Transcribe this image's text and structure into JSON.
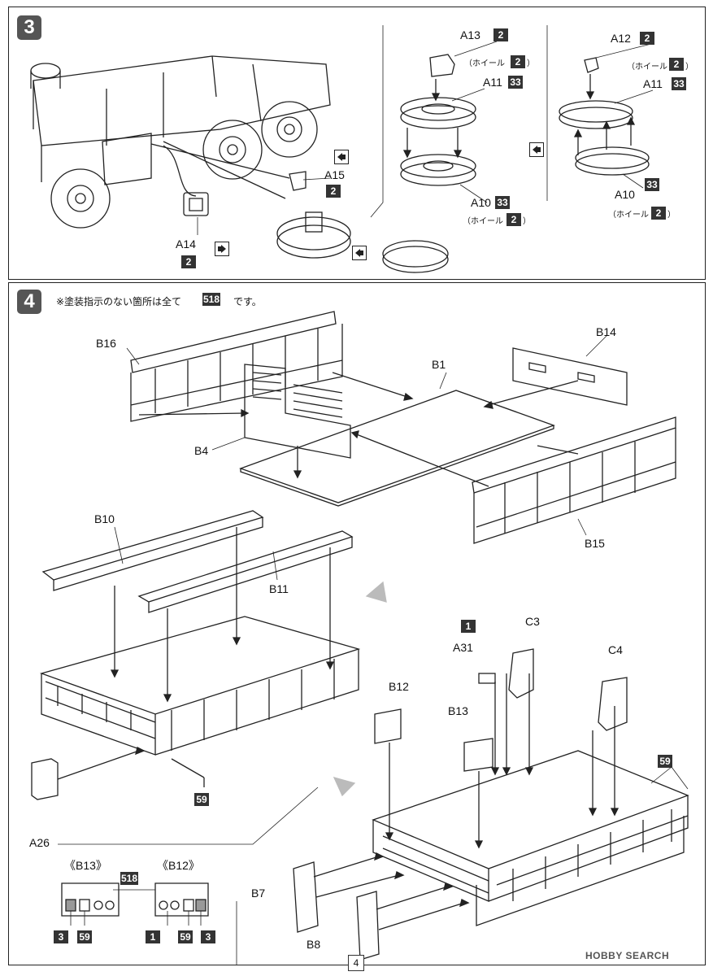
{
  "page_number": "4",
  "watermark": "HOBBY SEARCH",
  "step3": {
    "number": "3",
    "labels": {
      "a13": "A13",
      "a12": "A12",
      "a11_left": "A11",
      "a11_right": "A11",
      "a10_left": "A10",
      "a10_right": "A10",
      "a15": "A15",
      "a14": "A14",
      "wheel_left_top": "（ホイール",
      "wheel_left_top_end": "）",
      "wheel_right_top": "（ホイール",
      "wheel_right_top_end": "）",
      "wheel_left_bottom": "（ホイール",
      "wheel_left_bottom_end": "）",
      "wheel_right_bottom": "（ホイール",
      "wheel_right_bottom_end": "）"
    },
    "colors": {
      "c2": "2",
      "c33": "33"
    }
  },
  "step4": {
    "number": "4",
    "note_prefix": "※塗装指示のない箇所は全て",
    "note_color": "518",
    "note_suffix": "です。",
    "labels": {
      "b16": "B16",
      "b14": "B14",
      "b1": "B1",
      "b4": "B4",
      "b15": "B15",
      "b10": "B10",
      "b11": "B11",
      "a26": "A26",
      "a31": "A31",
      "c3": "C3",
      "c4": "C4",
      "b12": "B12",
      "b13": "B13",
      "b7": "B7",
      "b8": "B8",
      "detail_b13": "《B13》",
      "detail_b12": "《B12》"
    },
    "colors": {
      "c1": "1",
      "c3": "3",
      "c59": "59",
      "c518": "518"
    }
  },
  "accent_colors": {
    "badge": "#555555",
    "color_box": "#333333",
    "line": "#222222"
  }
}
